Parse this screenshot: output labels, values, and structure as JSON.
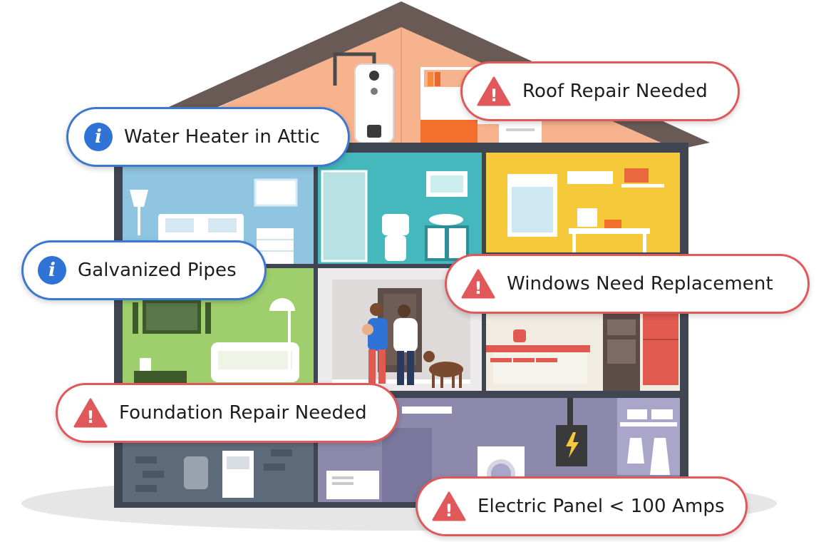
{
  "callouts": {
    "water_heater": {
      "label": "Water Heater in Attic",
      "severity": "info",
      "icon": "info-icon"
    },
    "galvanized_pipes": {
      "label": "Galvanized Pipes",
      "severity": "info",
      "icon": "info-icon"
    },
    "roof": {
      "label": "Roof Repair Needed",
      "severity": "warning",
      "icon": "warning-icon"
    },
    "windows": {
      "label": "Windows Need Replacement",
      "severity": "warning",
      "icon": "warning-icon"
    },
    "foundation": {
      "label": "Foundation Repair Needed",
      "severity": "warning",
      "icon": "warning-icon"
    },
    "electric_panel": {
      "label": "Electric Panel < 100 Amps",
      "severity": "warning",
      "icon": "warning-icon"
    }
  },
  "icon_glyphs": {
    "info": "i",
    "warning": "!"
  },
  "colors": {
    "info": "#3c78d0",
    "warning": "#e0585a",
    "roof": "#5e4e4a",
    "attic": "#f7b38d",
    "bedroom": "#8fc5e0",
    "bathroom": "#45b8bd",
    "office": "#f6c93a",
    "living_room": "#9fcf6d",
    "entry": "#eceaea",
    "kitchen": "#f2ebe2",
    "basement": "#8d89ad",
    "laundry": "#a9a6c9"
  }
}
